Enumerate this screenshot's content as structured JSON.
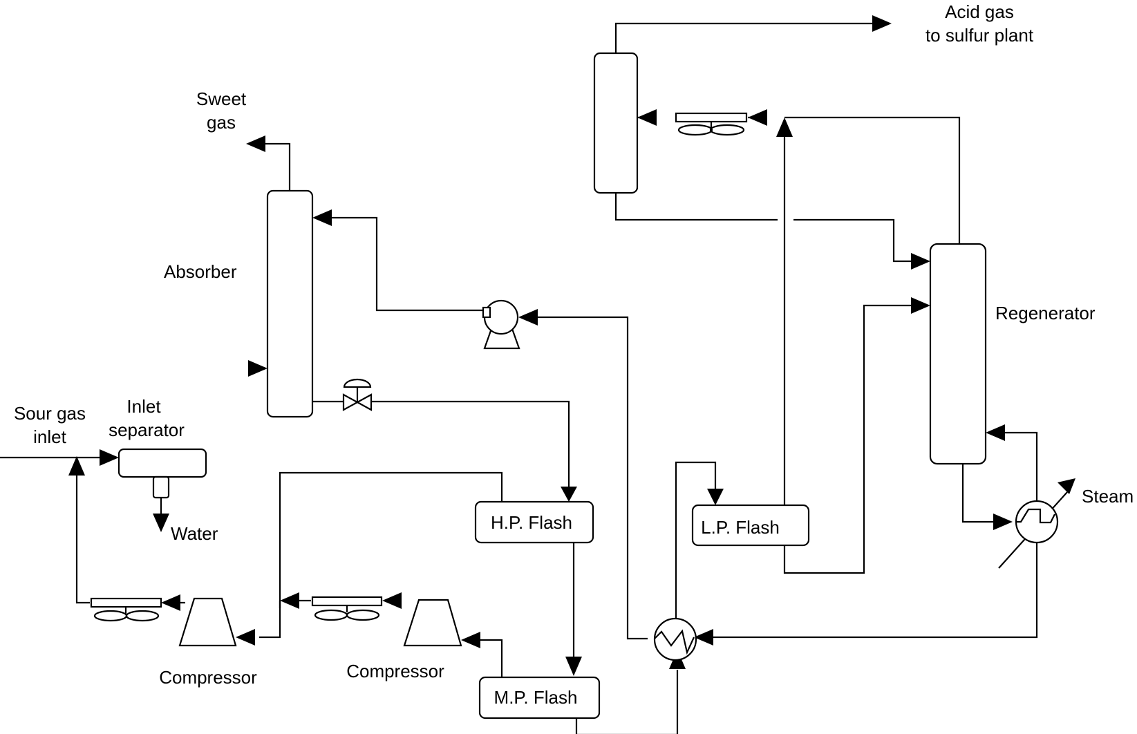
{
  "labels": {
    "acid_gas_line1": "Acid gas",
    "acid_gas_line2": "to sulfur plant",
    "sweet_gas_line1": "Sweet",
    "sweet_gas_line2": "gas",
    "absorber": "Absorber",
    "regenerator": "Regenerator",
    "sour_gas_line1": "Sour gas",
    "sour_gas_line2": "inlet",
    "inlet_sep_line1": "Inlet",
    "inlet_sep_line2": "separator",
    "water": "Water",
    "steam": "Steam",
    "hp_flash": "H.P. Flash",
    "lp_flash": "L.P. Flash",
    "mp_flash": "M.P. Flash",
    "compressor_left": "Compressor",
    "compressor_right": "Compressor"
  },
  "colors": {
    "line": "#000000",
    "background": "#ffffff"
  },
  "icons": [
    "pump-icon",
    "control-valve-icon",
    "air-cooler-icon",
    "compressor-icon",
    "heat-exchanger-icon",
    "reboiler-icon"
  ]
}
